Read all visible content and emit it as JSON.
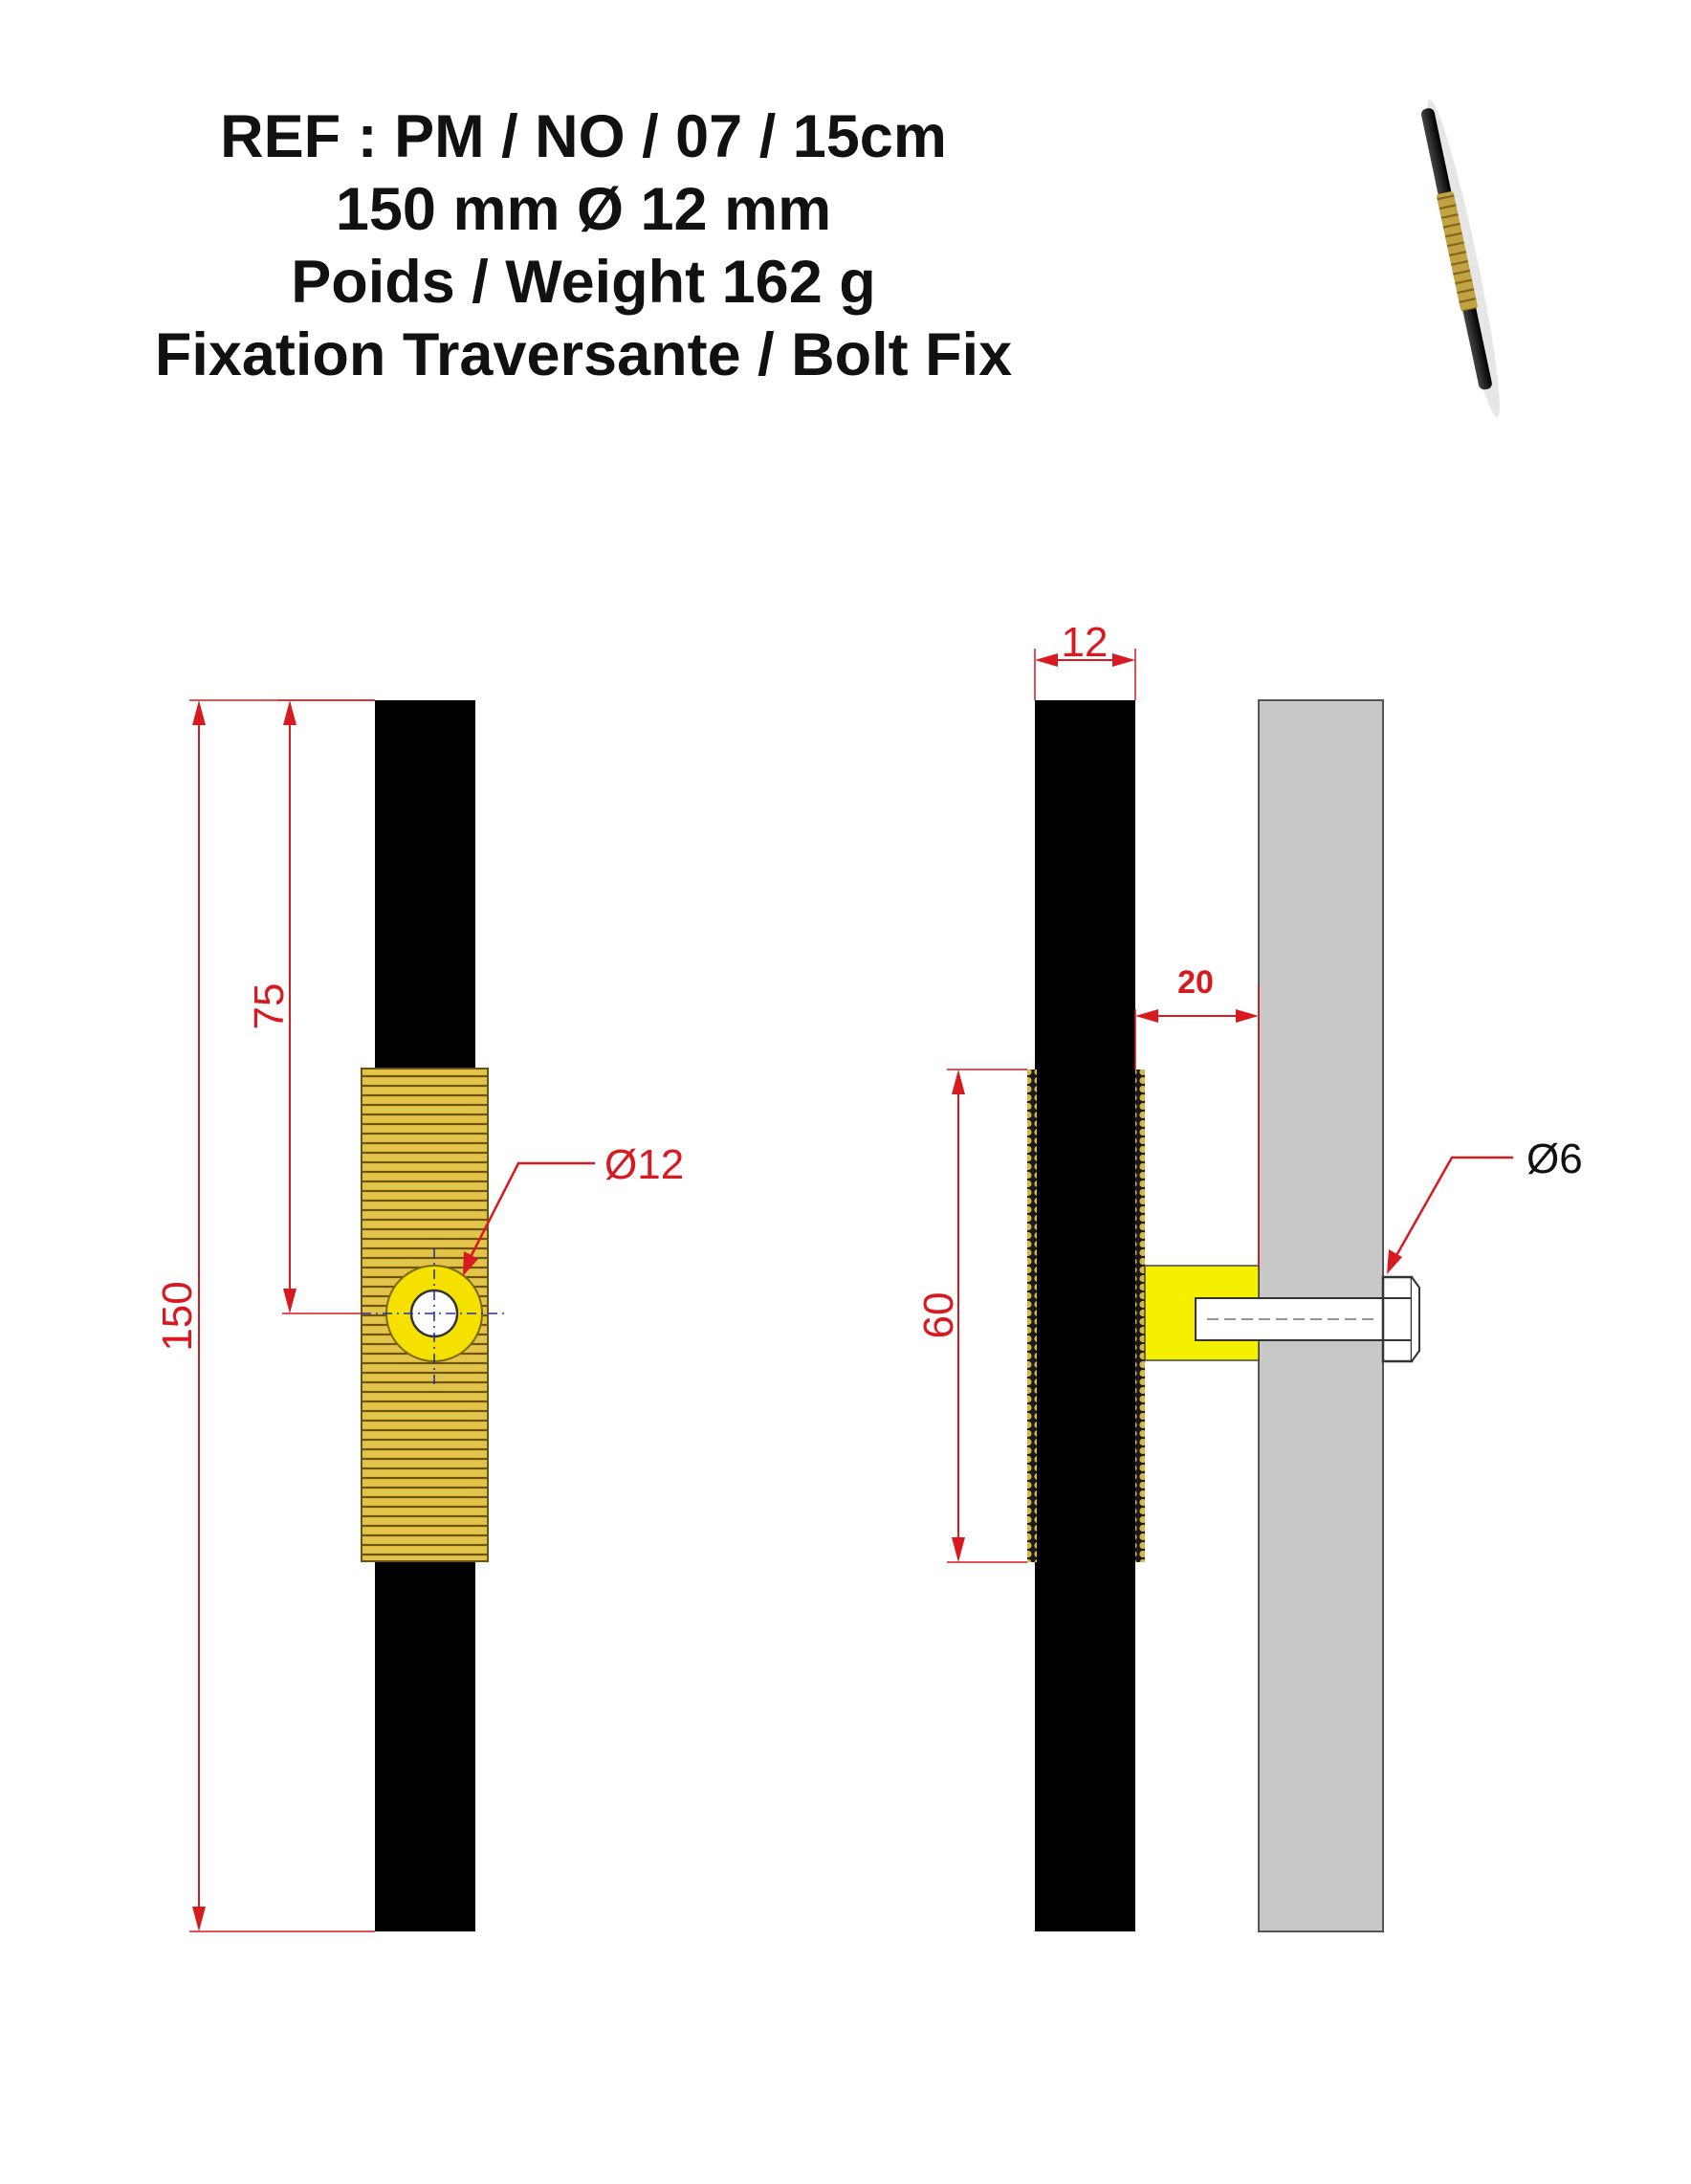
{
  "header": {
    "lines": [
      "REF : PM / NO / 07 / 15cm",
      "150 mm Ø 12 mm",
      "Poids / Weight 162 g",
      "Fixation Traversante / Bolt Fix"
    ]
  },
  "front_view": {
    "dim_total": "150",
    "dim_to_hole": "75",
    "dim_hole_diameter": "Ø12"
  },
  "side_view": {
    "dim_bar_width": "12",
    "dim_gap": "20",
    "dim_grip_length": "60",
    "dim_bolt_diameter": "Ø6"
  },
  "colors": {
    "bar": "#000000",
    "grip": "#e3c44a",
    "grip_lines": "#6b5410",
    "spacer": "#f5f000",
    "door": "#c8c8c8",
    "dimension": "#d71920",
    "centerline": "#2233aa"
  }
}
